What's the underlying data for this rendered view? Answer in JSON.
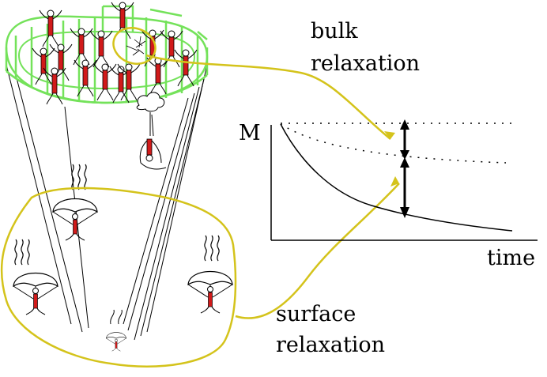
{
  "labels": {
    "bulk_line1": "bulk",
    "bulk_line2": "relaxation",
    "surface_line1": "surface",
    "surface_line2": "relaxation",
    "y_axis": "M",
    "x_axis": "time"
  },
  "colors": {
    "green": "#74e25a",
    "yellow": "#d4c31b",
    "red": "#d11a1a",
    "black": "#000000"
  }
}
